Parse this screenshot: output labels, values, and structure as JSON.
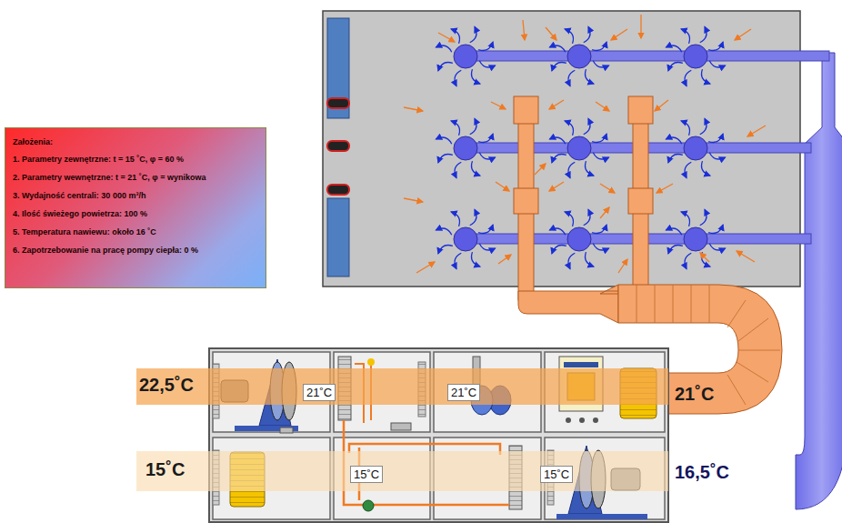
{
  "diagram": {
    "nodes": [
      {
        "text": [
          "Założenia:",
          "1. Parametry  zewnętrzne:  t = 15 ˚C, φ = 60 %",
          "2. Parametry  wewnętrzne:  t = 21 ˚C, φ = wynikowa",
          "3. Wydajność centrali: 30 000 m³/h",
          "4. Ilość świeżego  powietrza:  100 %",
          "5. Temperatura  nawiewu:  około 16 ˚C",
          "6. Zapotrzebowanie  na pracę pompy ciepła: 0 %"
        ]
      },
      {
        "text": [
          "22,5˚C"
        ]
      },
      {
        "text": [
          "15˚C"
        ]
      }
    ],
    "labels": [
      "21˚C",
      "21˚C",
      "21˚C",
      "15˚C",
      "15˚C",
      "16,5˚C"
    ]
  }
}
